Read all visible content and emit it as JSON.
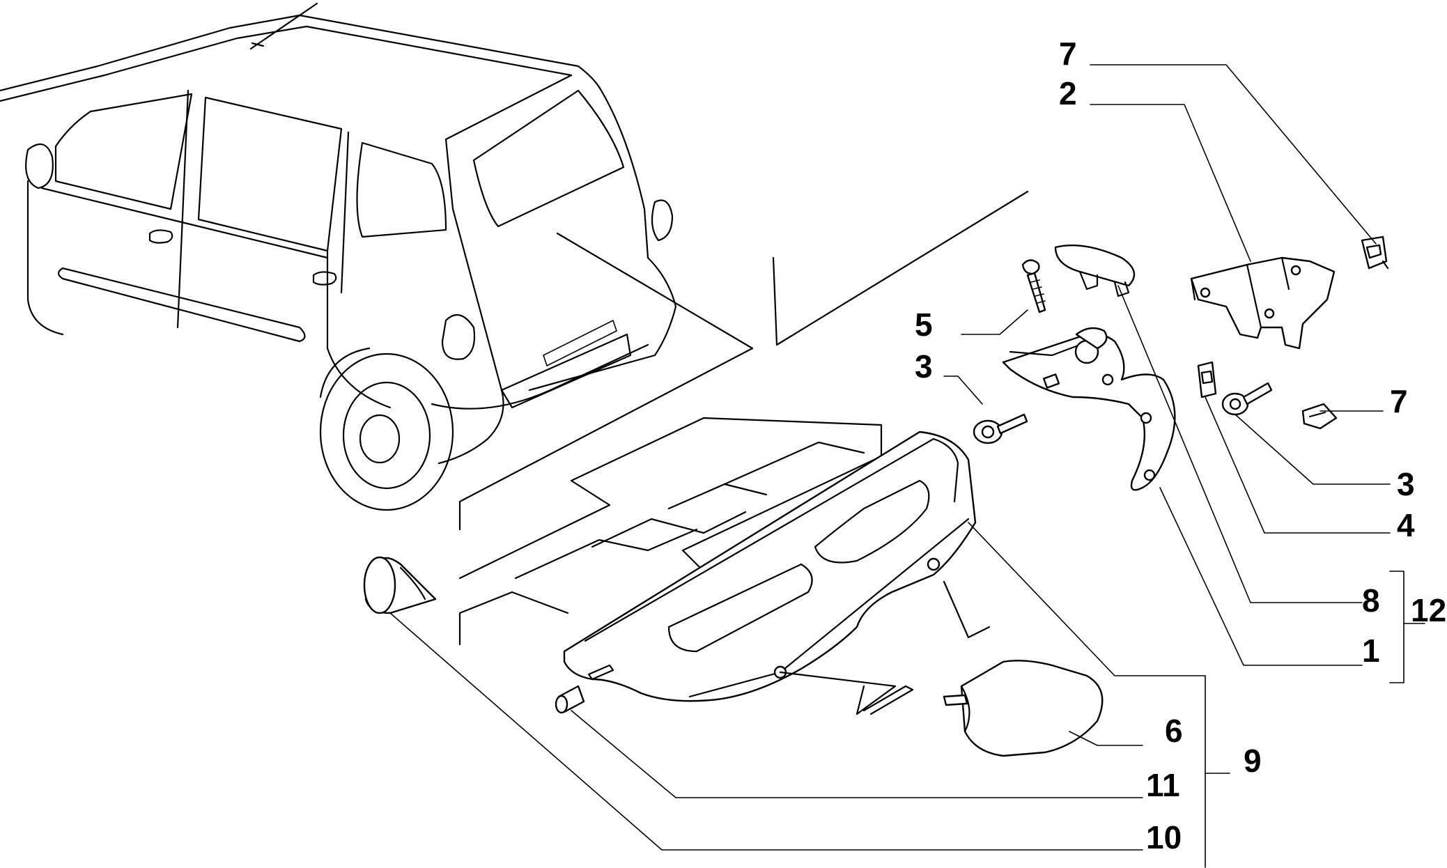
{
  "callouts": {
    "c7_top": "7",
    "c2": "2",
    "c5": "5",
    "c3_left": "3",
    "c7_right": "7",
    "c3_right": "3",
    "c4": "4",
    "c8": "8",
    "c12": "12",
    "c1": "1",
    "c6": "6",
    "c9": "9",
    "c11": "11",
    "c10": "10"
  }
}
